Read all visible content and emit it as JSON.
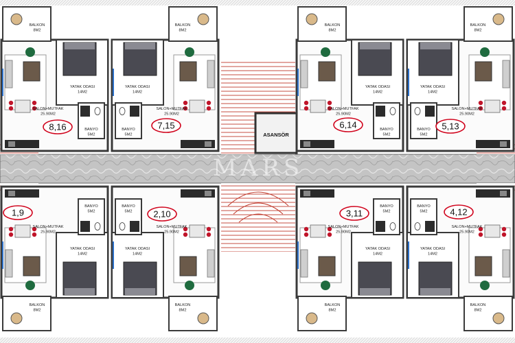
{
  "watermark": "MARS",
  "core": {
    "elevator_label": "ASANSÖR"
  },
  "labels": {
    "balkon": [
      "BALKON",
      "8M2"
    ],
    "yatak": [
      "YATAK ODASI",
      "14M2"
    ],
    "salon": [
      "SALON+MUTFAK",
      "25.90M2"
    ],
    "banyo": [
      "BANYO",
      "5M2"
    ]
  },
  "units": [
    {
      "number": "8,16"
    },
    {
      "number": "7,15"
    },
    {
      "number": "6,14"
    },
    {
      "number": "5,13"
    },
    {
      "number": "1,9"
    },
    {
      "number": "2,10"
    },
    {
      "number": "3,11"
    },
    {
      "number": "4,12"
    }
  ],
  "colors": {
    "wall": "#3a3a3a",
    "corridor": "#b9b9b9",
    "unit_circle": "#d0021b",
    "stairs": "#c0392b",
    "window": "#2a6fc9"
  }
}
